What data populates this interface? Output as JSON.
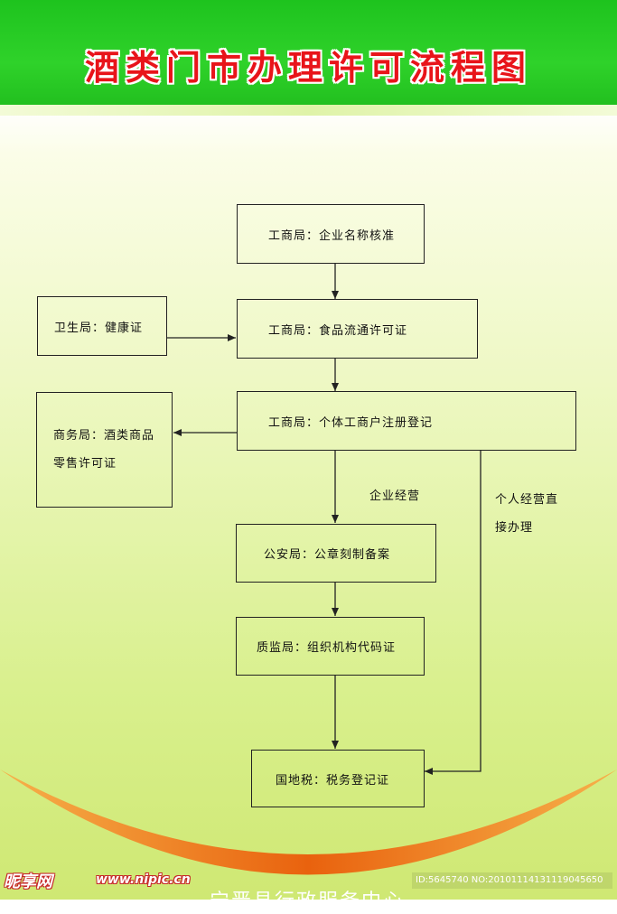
{
  "title": "酒类门市办理许可流程图",
  "nodes": {
    "name_approval": "工商局：企业名称核准",
    "food_permit": "工商局：食品流通许可证",
    "health_cert": "卫生局：健康证",
    "registration": "工商局：个体工商户注册登记",
    "retail_permit_line1": "商务局：酒类商品",
    "retail_permit_line2": "零售许可证",
    "seal_filing": "公安局：公章刻制备案",
    "org_code": "质监局：组织机构代码证",
    "tax_registration": "国地税：税务登记证"
  },
  "edge_labels": {
    "enterprise": "企业经营",
    "individual_line1": "个人经营直",
    "individual_line2": "接办理"
  },
  "footer": "宁晋县行政服务中心",
  "watermark": {
    "logo": "昵享网",
    "url": "www.nipic.cn",
    "id": "ID:5645740 NO:20101114131119045650"
  },
  "colors": {
    "header_green": "#22c01f",
    "title_red": "#e8141a",
    "swoosh_orange": "#f08a1c",
    "background_green": "#d9f08e"
  }
}
